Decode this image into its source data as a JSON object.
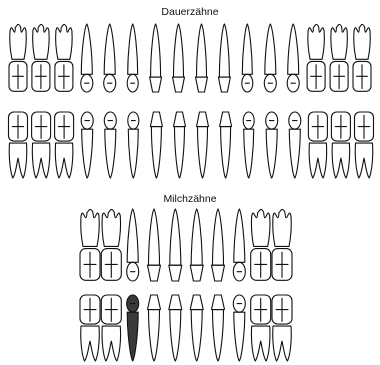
{
  "headings": {
    "permanent": "Dauerzähne",
    "primary": "Milchzähne"
  },
  "dentition": {
    "permanent": {
      "upper_row": [
        "molar",
        "molar",
        "molar",
        "premolar",
        "premolar",
        "canine",
        "incisor",
        "incisor",
        "incisor",
        "incisor",
        "canine",
        "premolar",
        "premolar",
        "molar",
        "molar",
        "molar"
      ],
      "lower_row": [
        "molar",
        "molar",
        "molar",
        "premolar",
        "premolar",
        "canine",
        "incisor",
        "incisor",
        "incisor",
        "incisor",
        "canine",
        "premolar",
        "premolar",
        "molar",
        "molar",
        "molar"
      ]
    },
    "primary": {
      "upper_row": [
        "molar",
        "molar",
        "canine",
        "incisor",
        "incisor",
        "incisor",
        "incisor",
        "canine",
        "molar",
        "molar"
      ],
      "lower_row": [
        "molar",
        "molar",
        "canine",
        "incisor",
        "incisor",
        "incisor",
        "incisor",
        "canine",
        "molar",
        "molar"
      ],
      "highlighted": {
        "row": "lower_row",
        "index": 2,
        "fill": "#3a3a3a"
      }
    }
  },
  "colors": {
    "outline": "#111111",
    "highlight": "#3a3a3a",
    "background": "#ffffff"
  }
}
